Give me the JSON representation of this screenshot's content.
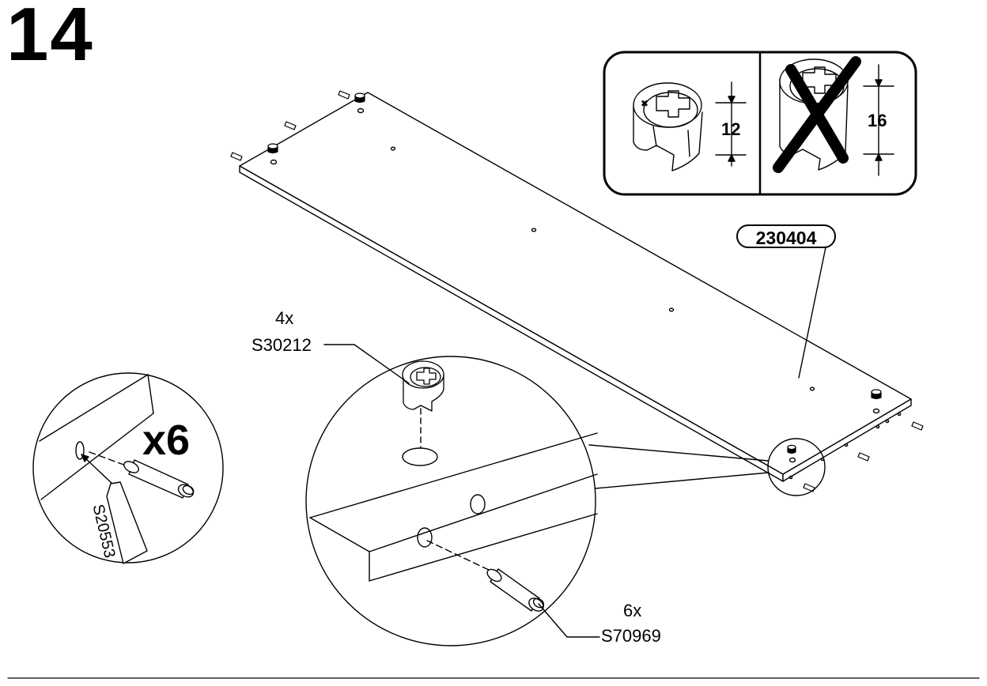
{
  "step_number": "14",
  "panel_part_number": "230404",
  "cam_callout": {
    "quantity": "4x",
    "code": "S30212"
  },
  "dowel_callout": {
    "quantity": "6x",
    "code": "S70969"
  },
  "glue_detail": {
    "multiplier": "x6",
    "glue_code": "S20553"
  },
  "hole_depth_guide": {
    "correct_depth": "12",
    "wrong_depth": "16"
  }
}
